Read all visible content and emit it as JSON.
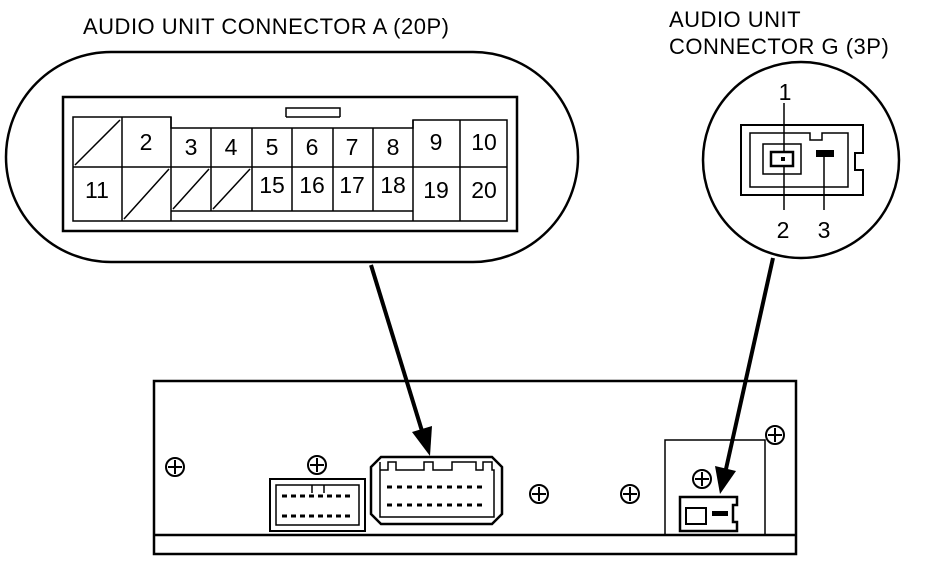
{
  "connector_a": {
    "title": "AUDIO UNIT CONNECTOR A (20P)",
    "pins_top": [
      "2",
      "3",
      "4",
      "5",
      "6",
      "7",
      "8",
      "9",
      "10"
    ],
    "pins_bottom": [
      "11",
      "15",
      "16",
      "17",
      "18",
      "19",
      "20"
    ],
    "unused_cavities": [
      "1",
      "12",
      "13",
      "14"
    ]
  },
  "connector_g": {
    "title_line1": "AUDIO UNIT",
    "title_line2": "CONNECTOR G (3P)",
    "pins": [
      "1",
      "2",
      "3"
    ]
  },
  "colors": {
    "line": "#000000",
    "background": "#ffffff"
  }
}
